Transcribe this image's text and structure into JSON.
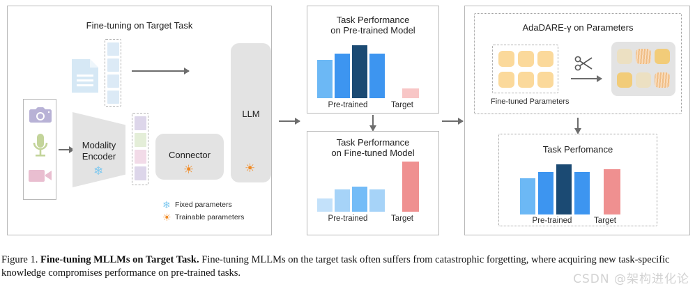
{
  "figure": {
    "caption_prefix": "Figure 1.",
    "caption_bold": "Fine-tuning MLLMs on Target Task.",
    "caption_body": "Fine-tuning MLLMs on the target task often suffers from catastrophic forgetting, where acquiring new task-specific knowledge compromises performance on pre-trained tasks.",
    "watermark": "CSDN @架构进化论"
  },
  "panel_left": {
    "title": "Fine-tuning on Target Task",
    "modality_icons": [
      "camera-icon",
      "microphone-icon",
      "video-camera-icon"
    ],
    "document_icon": "document-icon",
    "encoder_label_line1": "Modality",
    "encoder_label_line2": "Encoder",
    "connector_label": "Connector",
    "llm_label": "LLM",
    "legend": [
      {
        "icon": "snowflake-icon",
        "label": "Fixed parameters",
        "color": "#7ec8ef"
      },
      {
        "icon": "sun-icon",
        "label": "Trainable parameters",
        "color": "#f08a24"
      }
    ],
    "text_tokens": [
      "#dceaf6",
      "#dceaf6",
      "#dceaf6",
      "#dceaf6"
    ],
    "modal_tokens": [
      "#ddd6ea",
      "#e4eed8",
      "#f2dbe8",
      "#ddd6ea"
    ]
  },
  "panel_middle": {
    "chart_top_title_line1": "Task Performance",
    "chart_top_title_line2": "on Pre-trained Model",
    "chart_bottom_title_line1": "Task Performance",
    "chart_bottom_title_line2": "on Fine-tuned Model"
  },
  "panel_right": {
    "title": "AdaDARE-γ on Parameters",
    "finetuned_label": "Fine-tuned Parameters",
    "scissors_icon": "scissors-icon",
    "chart_title": "Task Perfomance",
    "param_blocks_before": [
      "#fbd99b",
      "#fbd99b",
      "#fbd99b",
      "#fbd99b",
      "#fbd99b",
      "#fbd99b"
    ],
    "param_blocks_after": [
      "#ece0c2",
      "#f7d2a6",
      "#f2cc79",
      "#f2cc79",
      "#ece0c2",
      "#f7d2a6"
    ]
  },
  "chart_data": [
    {
      "id": "pre-trained-model-performance",
      "type": "bar",
      "title": "Task Performance on Pre-trained Model",
      "categories": [
        "Pre-trained 1",
        "Pre-trained 2",
        "Pre-trained 3",
        "Pre-trained 4",
        "Target"
      ],
      "values": [
        72,
        84,
        100,
        84,
        18
      ],
      "colors": [
        "#6cb8f5",
        "#3d95f0",
        "#1b4a73",
        "#3d95f0",
        "#f8c6c6"
      ],
      "group_labels": [
        "Pre-trained",
        "Target"
      ],
      "xlabel": "",
      "ylabel": "",
      "ylim": [
        0,
        100
      ],
      "grid": false,
      "legend": "none"
    },
    {
      "id": "fine-tuned-model-performance",
      "type": "bar",
      "title": "Task Performance on Fine-tuned Model",
      "categories": [
        "Pre-trained 1",
        "Pre-trained 2",
        "Pre-trained 3",
        "Pre-trained 4",
        "Target"
      ],
      "values": [
        26,
        44,
        50,
        44,
        100
      ],
      "colors": [
        "#c3e1fa",
        "#a6d3f8",
        "#74bcf7",
        "#a6d3f8",
        "#ef9090"
      ],
      "group_labels": [
        "Pre-trained",
        "Target"
      ],
      "xlabel": "",
      "ylabel": "",
      "ylim": [
        0,
        100
      ],
      "grid": false,
      "legend": "none"
    },
    {
      "id": "adadare-task-performance",
      "type": "bar",
      "title": "Task Perfomance",
      "categories": [
        "Pre-trained 1",
        "Pre-trained 2",
        "Pre-trained 3",
        "Pre-trained 4",
        "Target"
      ],
      "values": [
        72,
        84,
        100,
        84,
        90
      ],
      "colors": [
        "#6cb8f5",
        "#3d95f0",
        "#1b4a73",
        "#3d95f0",
        "#ef9090"
      ],
      "group_labels": [
        "Pre-trained",
        "Target"
      ],
      "xlabel": "",
      "ylabel": "",
      "ylim": [
        0,
        100
      ],
      "grid": false,
      "legend": "none"
    }
  ]
}
